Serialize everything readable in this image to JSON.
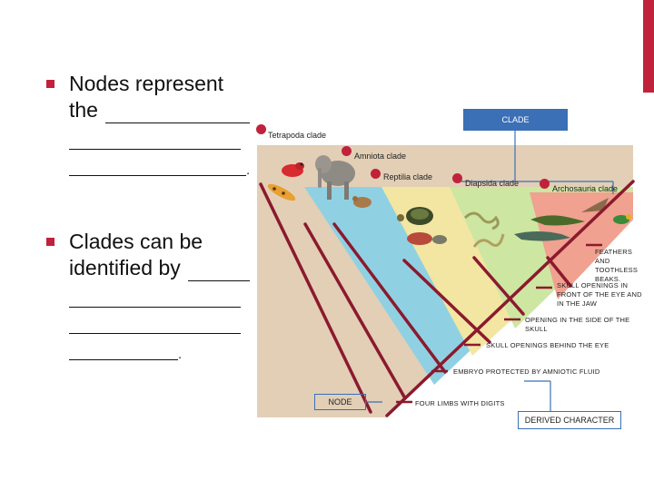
{
  "slide": {
    "bullets": [
      {
        "text_lines": [
          "Nodes represent",
          "the"
        ],
        "blank_suffix": "."
      },
      {
        "text_lines": [
          "Clades can be",
          "identified by"
        ],
        "blank_suffix": "."
      }
    ]
  },
  "diagram": {
    "clade_box": "CLADE",
    "node_box": "NODE",
    "derived_box": "DERIVED CHARACTER",
    "clade_labels": [
      "Tetrapoda clade",
      "Amniota clade",
      "Reptilia clade",
      "Diapsida clade",
      "Archosauria clade"
    ],
    "characters": [
      "FOUR LIMBS WITH DIGITS",
      "EMBRYO PROTECTED BY AMNIOTIC FLUID",
      "SKULL OPENINGS BEHIND THE EYE",
      "OPENING IN THE SIDE OF THE SKULL",
      "SKULL OPENINGS IN FRONT OF THE EYE AND IN THE JAW",
      "FEATHERS AND TOOTHLESS BEAKS."
    ]
  },
  "colors": {
    "accent": "#c0223b",
    "branch": "#8b1a2e",
    "box_fill": "#3b6fb6",
    "clade_tan": "#e2cfb6",
    "clade_blue": "#8fd1e2",
    "clade_yellow": "#f3e6a2",
    "clade_green": "#cde6a2",
    "clade_salmon": "#f0a190"
  }
}
